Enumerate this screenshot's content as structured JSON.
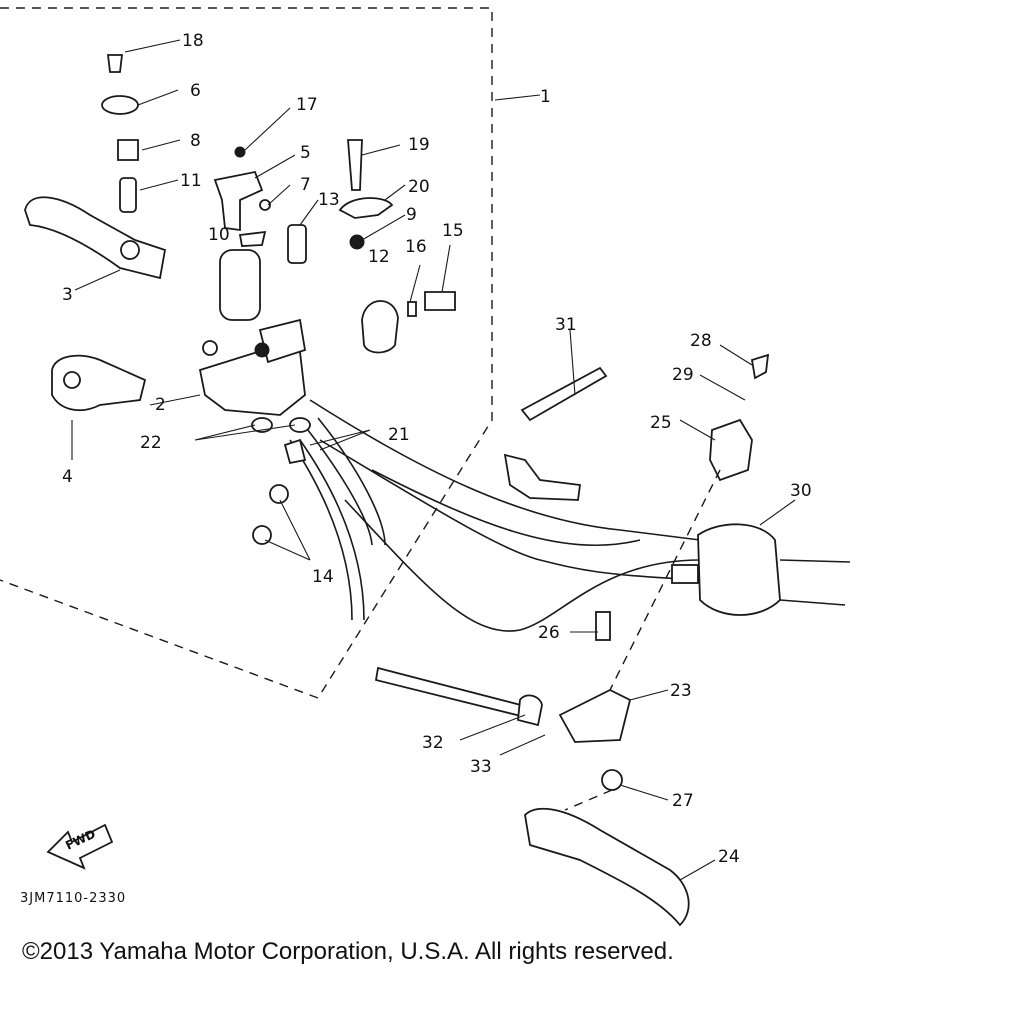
{
  "callouts": {
    "n1": "1",
    "n2": "2",
    "n3": "3",
    "n4": "4",
    "n5": "5",
    "n6": "6",
    "n7": "7",
    "n8": "8",
    "n9": "9",
    "n10": "10",
    "n11": "11",
    "n12": "12",
    "n13": "13",
    "n14": "14",
    "n15": "15",
    "n16": "16",
    "n17": "17",
    "n18": "18",
    "n19": "19",
    "n20": "20",
    "n21": "21",
    "n22": "22",
    "n23": "23",
    "n24": "24",
    "n25": "25",
    "n26": "26",
    "n27": "27",
    "n28": "28",
    "n29": "29",
    "n30": "30",
    "n31": "31",
    "n32": "32",
    "n33": "33"
  },
  "fwd_label": "FWD",
  "drawing_code": "3JM7110-2330",
  "copyright": "©2013 Yamaha Motor Corporation, U.S.A. All rights reserved."
}
